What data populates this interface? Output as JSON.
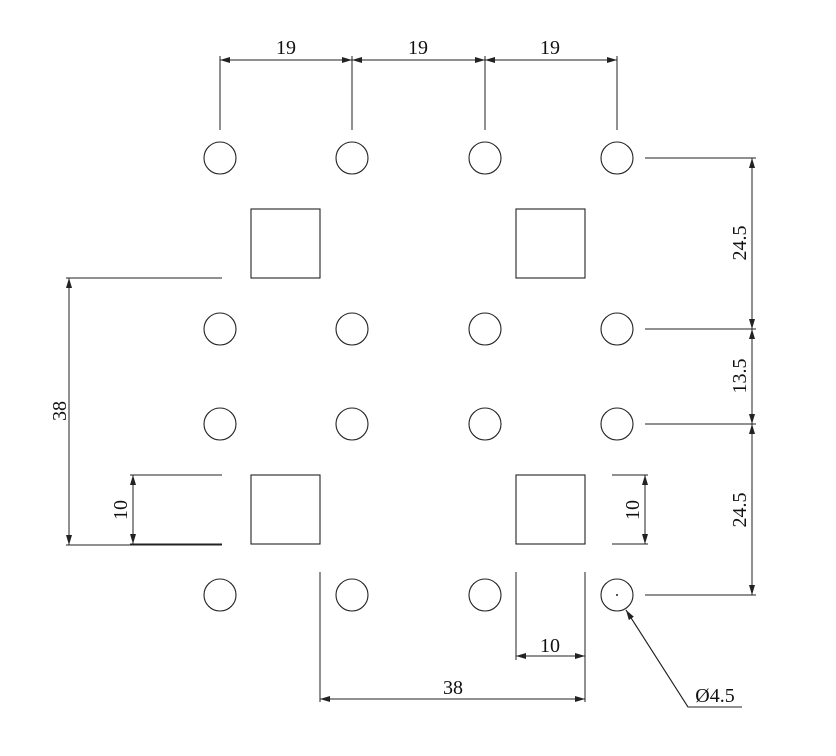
{
  "drawing": {
    "dimensions": {
      "top_spacing_1": "19",
      "top_spacing_2": "19",
      "top_spacing_3": "19",
      "right_upper": "24.5",
      "right_middle": "13.5",
      "right_lower": "24.5",
      "left_height": "38",
      "left_square": "10",
      "right_square": "10",
      "bottom_square": "10",
      "bottom_width": "38",
      "hole_diameter": "Ø4.5"
    },
    "line_color": "#222222"
  }
}
